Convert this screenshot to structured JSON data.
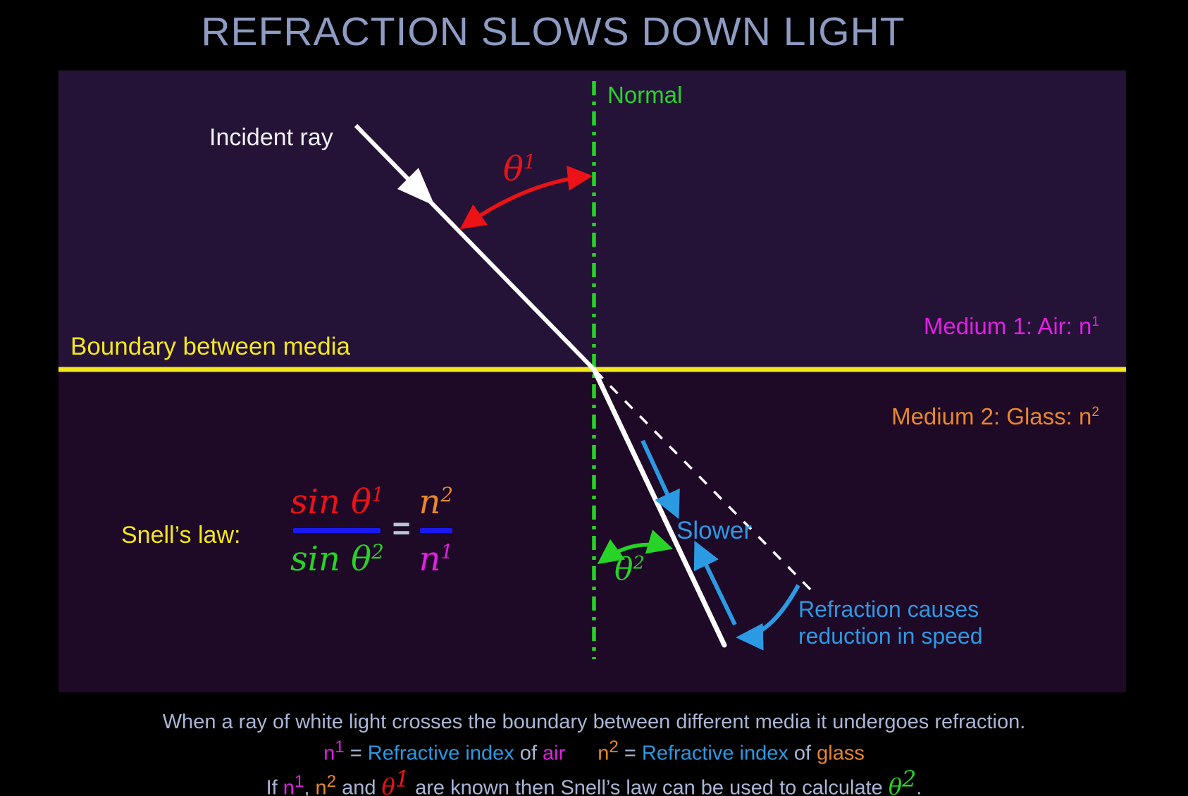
{
  "title": "REFRACTION SLOWS DOWN LIGHT",
  "diagram": {
    "incident_ray_label": "Incident ray",
    "normal_label": "Normal",
    "boundary_label": "Boundary between media",
    "medium1": {
      "text": "Medium 1: Air: n",
      "sup": "1"
    },
    "medium2": {
      "text": "Medium 2: Glass: n",
      "sup": "2"
    },
    "theta1": {
      "base": "θ",
      "sup": "1"
    },
    "theta2": {
      "base": "θ",
      "sup": "2"
    },
    "slower_label": "Slower",
    "refraction_note": {
      "line1": "Refraction causes",
      "line2": "reduction in speed"
    },
    "snell": {
      "label": "Snell’s law:",
      "lhs_num": {
        "base": "sin θ",
        "sup": "1"
      },
      "lhs_den": {
        "base": "sin θ",
        "sup": "2"
      },
      "equals": "=",
      "rhs_num": {
        "base": "n",
        "sup": "2"
      },
      "rhs_den": {
        "base": "n",
        "sup": "1"
      }
    }
  },
  "footer": {
    "line1": "When a ray of white light crosses the boundary between different media it undergoes refraction.",
    "line2": {
      "n1": "n",
      "n1_sup": "1",
      "eq1": " = ",
      "ri1": "Refractive index",
      "of1": " of ",
      "air": "air",
      "n2": "n",
      "n2_sup": "2",
      "eq2": " = ",
      "ri2": "Refractive index",
      "of2": " of ",
      "glass": "glass"
    },
    "line3": {
      "if": "If ",
      "n1": "n",
      "n1_sup": "1",
      "comma": ", ",
      "n2": "n",
      "n2_sup": "2",
      "and": " and ",
      "theta1": "θ",
      "theta1_sup": "1",
      "mid": " are known then Snell’s law can be used to calculate ",
      "theta2": "θ",
      "theta2_sup": "2",
      "period": "."
    }
  },
  "colors": {
    "background": "#000000",
    "medium1_bg": "#241237",
    "medium2_bg": "#1e0926",
    "title_text": "#8e9cc3",
    "body_text": "#a9b6d6",
    "boundary_yellow": "#f3e81a",
    "normal_green": "#26d326",
    "theta1_red": "#ec1216",
    "air_magenta": "#e121e1",
    "glass_orange": "#e8872b",
    "speed_blue": "#2b9ae3",
    "fraction_bar_blue": "#1a1af0",
    "ray_white": "#ffffff"
  }
}
